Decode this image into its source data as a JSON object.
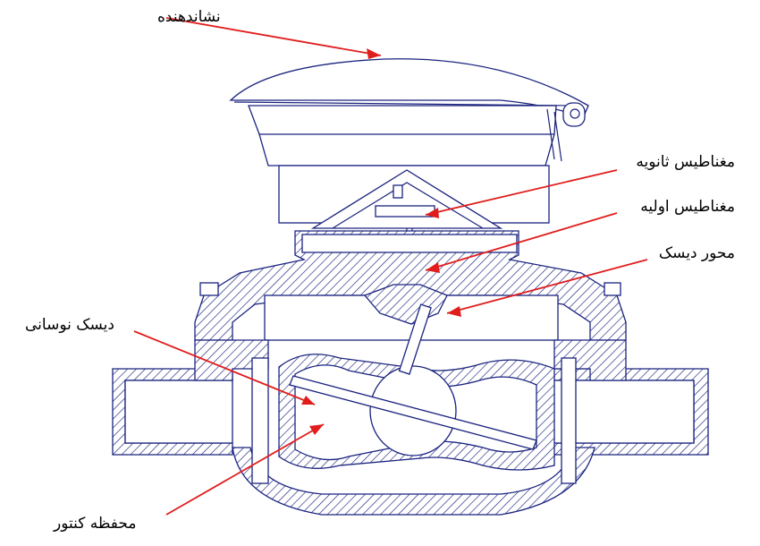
{
  "labels": {
    "indicator": "نشاندهنده",
    "secondary_magnet": "مغناطیس ثانویه",
    "primary_magnet": "مغناطیس اولیه",
    "disc_axis": "محور دیسک",
    "oscillating_disc": "دیسک نوسانی",
    "meter_chamber": "محفظه کنتور"
  },
  "colors": {
    "outline": "#1a237e",
    "leader": "#e11d1d",
    "hatch": "#1a237e"
  }
}
